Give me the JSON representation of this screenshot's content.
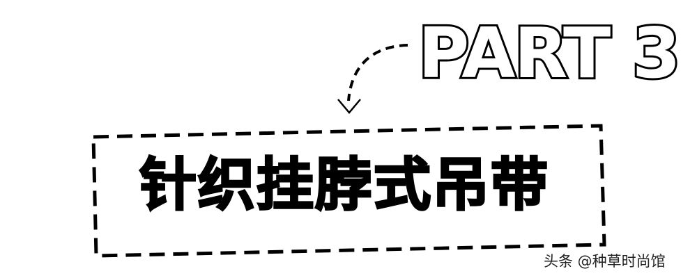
{
  "part_label": "PART 3",
  "section_heading": "针织挂脖式吊带",
  "watermark": "头条 @种草时尚馆",
  "colors": {
    "background": "#ffffff",
    "ink": "#000000",
    "outline_fill": "#ffffff"
  },
  "icons": {
    "curved_arrow": "dashed-curved-arrow-down-left",
    "frame": "dashed-rectangle-frame"
  }
}
